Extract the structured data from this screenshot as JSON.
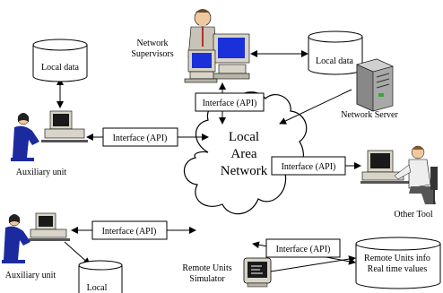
{
  "labels": {
    "network_supervisors_line1": "Network",
    "network_supervisors_line2": "Supervisors",
    "local_data_top_left": "Local data",
    "local_data_top_right": "Local data",
    "network_server": "Network Server",
    "auxiliary_unit_top": "Auxiliary unit",
    "auxiliary_unit_bottom": "Auxiliary unit",
    "other_tool": "Other Tool",
    "local_bottom": "Local",
    "remote_units_simulator_line1": "Remote Units",
    "remote_units_simulator_line2": "Simulator",
    "remote_units_info_line1": "Remote Units info",
    "remote_units_info_line2": "Real time values",
    "lan_line1": "Local",
    "lan_line2": "Area",
    "lan_line3": "Network"
  },
  "interfaces": {
    "supervisor": "Interface (API)",
    "aux_top": "Interface (API)",
    "aux_bottom": "Interface (API)",
    "other_tool": "Interface (API)",
    "remote_info": "Interface (API)"
  },
  "colors": {
    "monitor_screen": "#1a30d8",
    "person_suit": "#1c2aa0",
    "computer_beige": "#d8d4c8",
    "server_gray": "#a8a8a8",
    "skin": "#f0c8a0"
  }
}
